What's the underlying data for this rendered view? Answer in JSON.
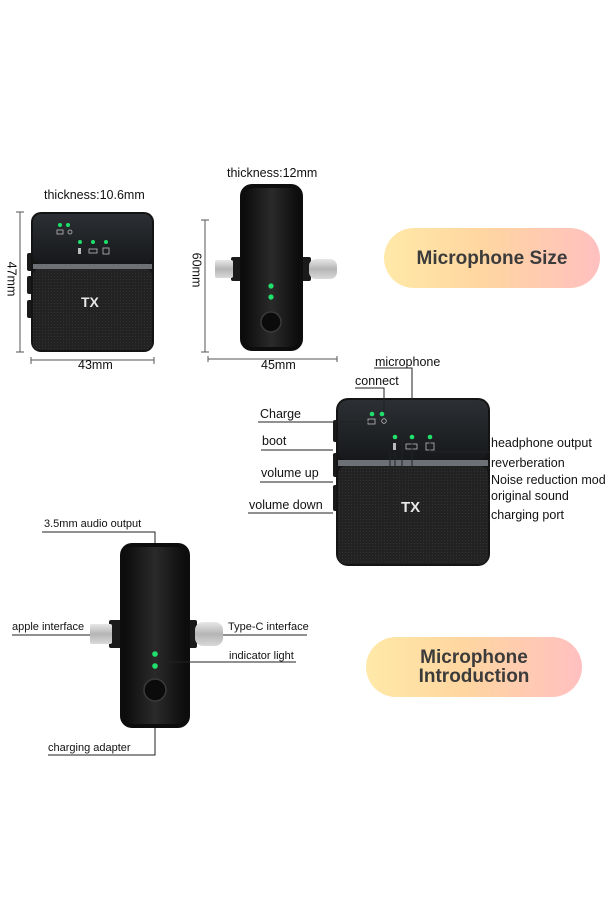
{
  "size_section": {
    "title": "Microphone Size",
    "tx_front": {
      "thickness": "thickness:10.6mm",
      "height": "47mm",
      "width": "43mm",
      "logo": "TX"
    },
    "tx_side": {
      "thickness": "thickness:12mm",
      "height": "60mm",
      "width": "45mm"
    }
  },
  "intro_section": {
    "title_line1": "Microphone",
    "title_line2": "Introduction",
    "transmitter": {
      "logo": "TX",
      "labels": {
        "microphone": "microphone",
        "connect": "connect",
        "charge": "Charge",
        "boot": "boot",
        "volume_up": "volume up",
        "volume_down": "volume down",
        "headphone_output": "headphone output",
        "reverberation": "reverberation",
        "noise_reduction": "Noise reduction mod",
        "original_sound": "original sound",
        "charging_port": "charging port"
      }
    },
    "receiver": {
      "labels": {
        "audio_output": "3.5mm audio output",
        "apple_interface": "apple interface",
        "type_c_interface": "Type-C interface",
        "indicator_light": "indicator light",
        "charging_adapter": "charging adapter"
      }
    }
  },
  "colors": {
    "led_green": "#1ee06a",
    "device_body": "#1a1a1a",
    "pill_gradient_start": "#ffe9a8",
    "pill_gradient_end": "#ffc0c0"
  }
}
